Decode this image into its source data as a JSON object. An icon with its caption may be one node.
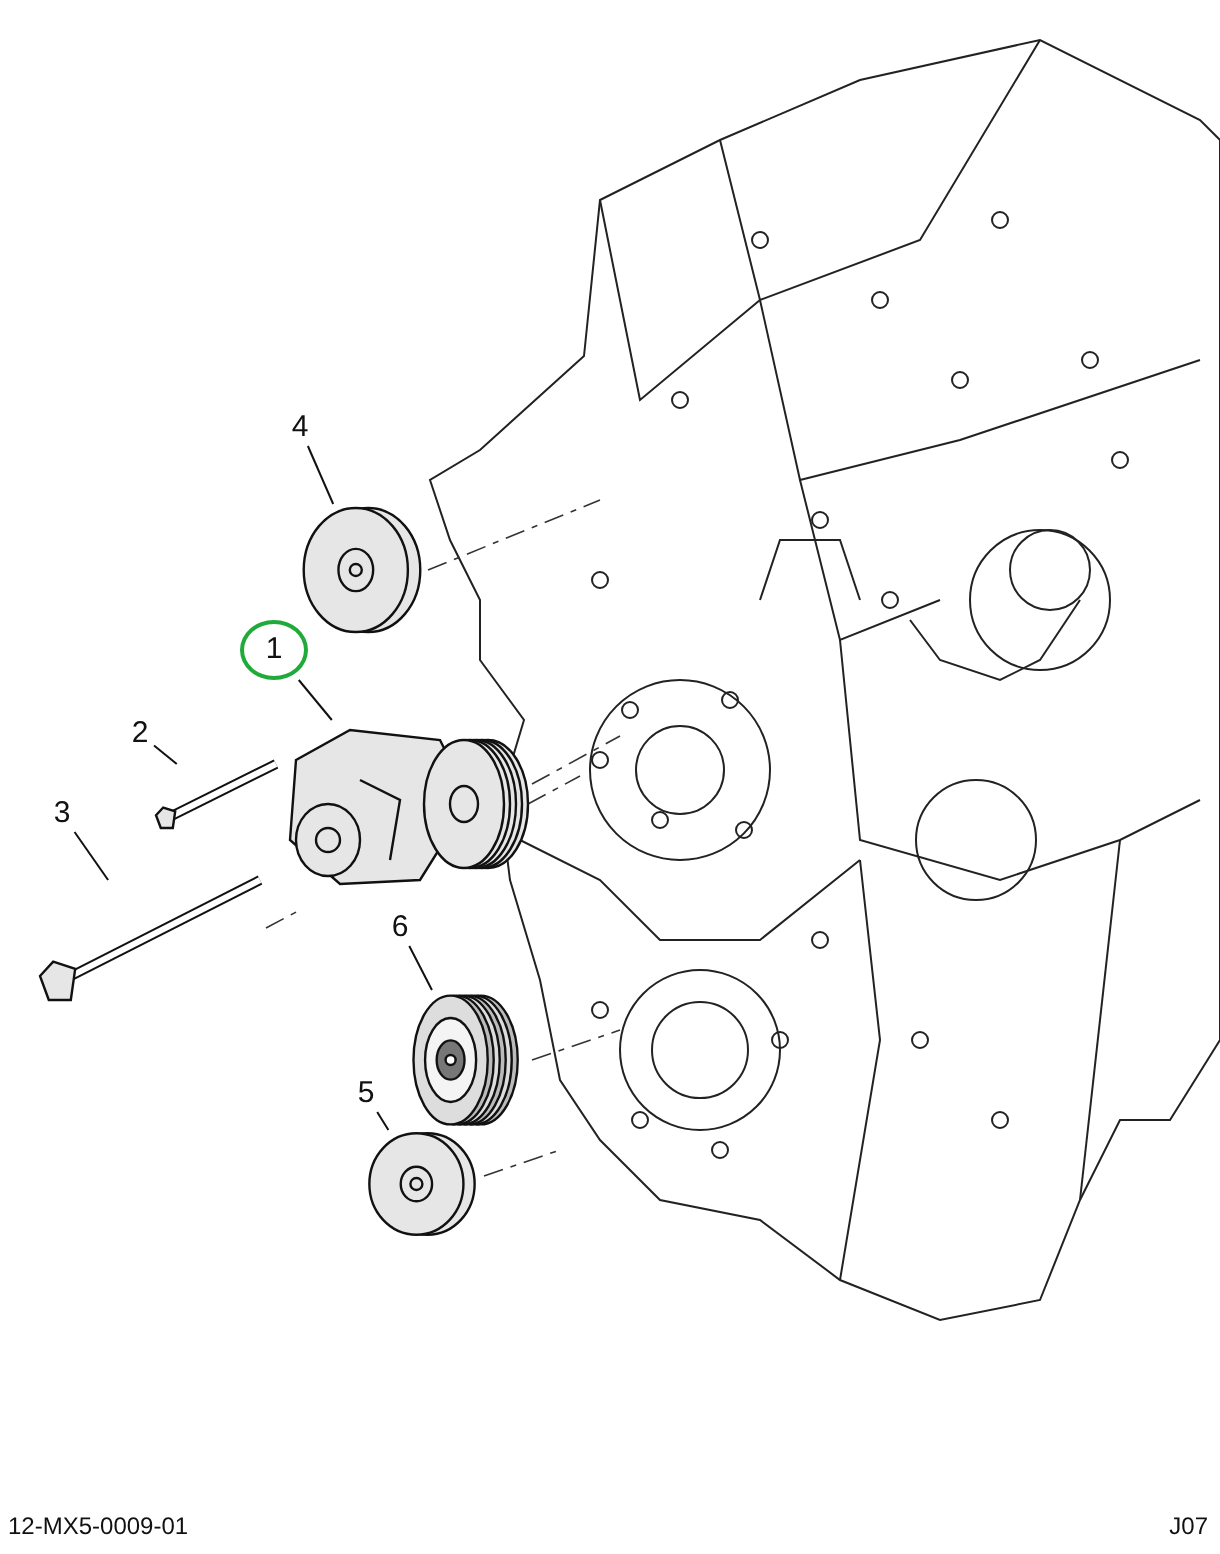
{
  "diagram": {
    "nodes": [
      {
        "text": [
          "4"
        ]
      },
      {
        "text": [],
        "shape": "picture"
      },
      {
        "text": [
          "1"
        ]
      },
      {
        "text": [],
        "shape": "picture"
      },
      {
        "text": [
          "2"
        ]
      },
      {
        "text": [],
        "shape": "picture"
      },
      {
        "text": [
          "3"
        ]
      },
      {
        "text": [],
        "shape": "picture"
      },
      {
        "text": [
          "6"
        ]
      },
      {
        "text": [],
        "shape": "picture"
      },
      {
        "text": [
          "5"
        ]
      },
      {
        "text": [],
        "shape": "picture"
      }
    ],
    "edges": [
      {
        "from": 0,
        "to": 1,
        "arrow": "none"
      },
      {
        "from": 2,
        "to": 3,
        "arrow": "none"
      },
      {
        "from": 4,
        "to": 5,
        "arrow": "none"
      },
      {
        "from": 6,
        "to": 7,
        "arrow": "none"
      },
      {
        "from": 8,
        "to": 9,
        "arrow": "none"
      },
      {
        "from": 10,
        "to": 11,
        "arrow": "none"
      }
    ],
    "labels": [
      "12-MX5-0009-01",
      "J07"
    ]
  }
}
